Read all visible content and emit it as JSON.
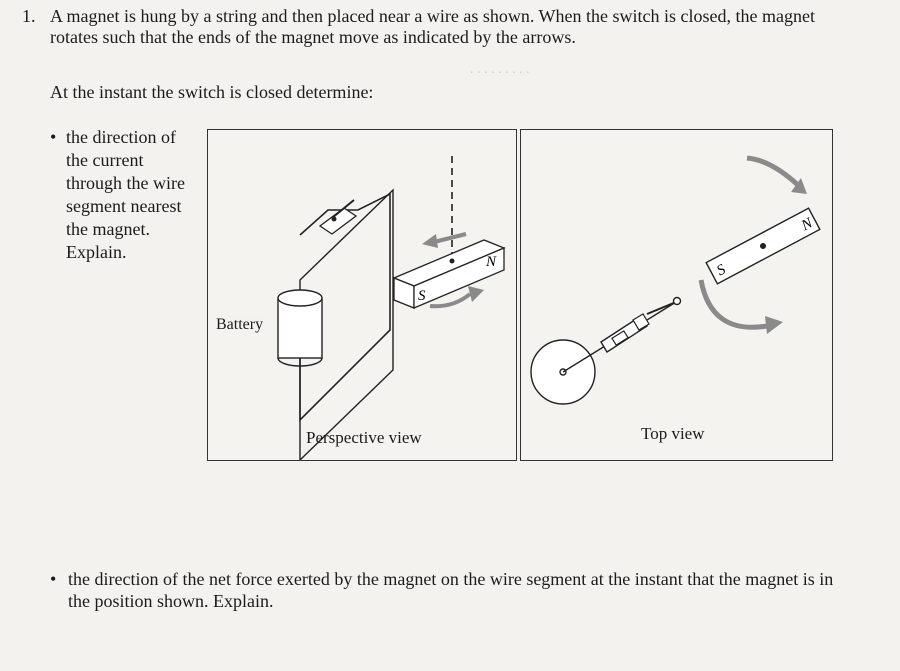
{
  "question": {
    "number": "1.",
    "intro": "A magnet is hung by a string and then placed near a wire as shown. When the switch is closed, the magnet rotates such that the ends of the magnet move as indicated by the arrows.",
    "instant_prompt": "At the instant the switch is closed determine:",
    "bullet_1": "the direction of the current through the wire segment nearest the magnet. Explain.",
    "bullet_2": "the direction of the net force exerted by the magnet on the wire segment at the instant that the magnet is in the position shown. Explain."
  },
  "figures": {
    "perspective": {
      "caption": "Perspective view",
      "battery_label": "Battery",
      "pole_north": "N",
      "pole_south": "S"
    },
    "top": {
      "caption": "Top view",
      "pole_north": "N",
      "pole_south": "S"
    }
  },
  "colors": {
    "ink": "#1b1b1b",
    "arrow_gray": "#8a8a8a",
    "page": "#f3f2ef"
  }
}
